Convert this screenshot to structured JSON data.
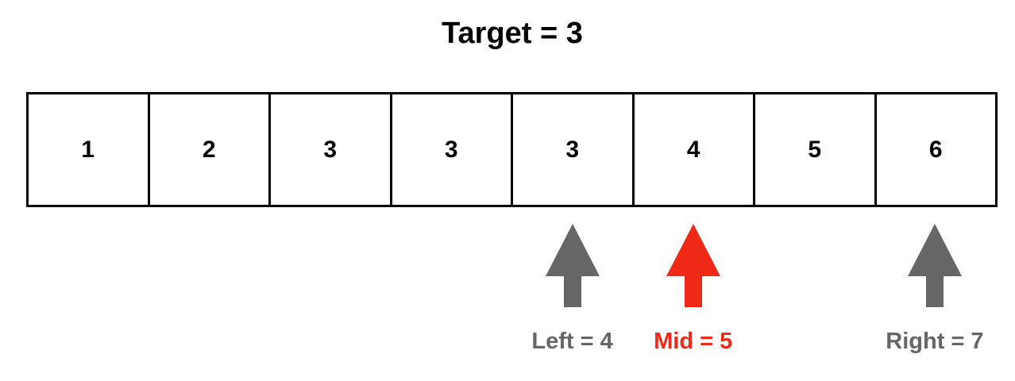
{
  "title": "Target = 3",
  "array": {
    "cells": [
      "1",
      "2",
      "3",
      "3",
      "3",
      "4",
      "5",
      "6"
    ]
  },
  "pointers": [
    {
      "label": "Left = 4",
      "color": "#666666",
      "index": 4
    },
    {
      "label": "Mid = 5",
      "color": "#ee2a16",
      "index": 5
    },
    {
      "label": "Right = 7",
      "color": "#666666",
      "index": 7
    }
  ]
}
